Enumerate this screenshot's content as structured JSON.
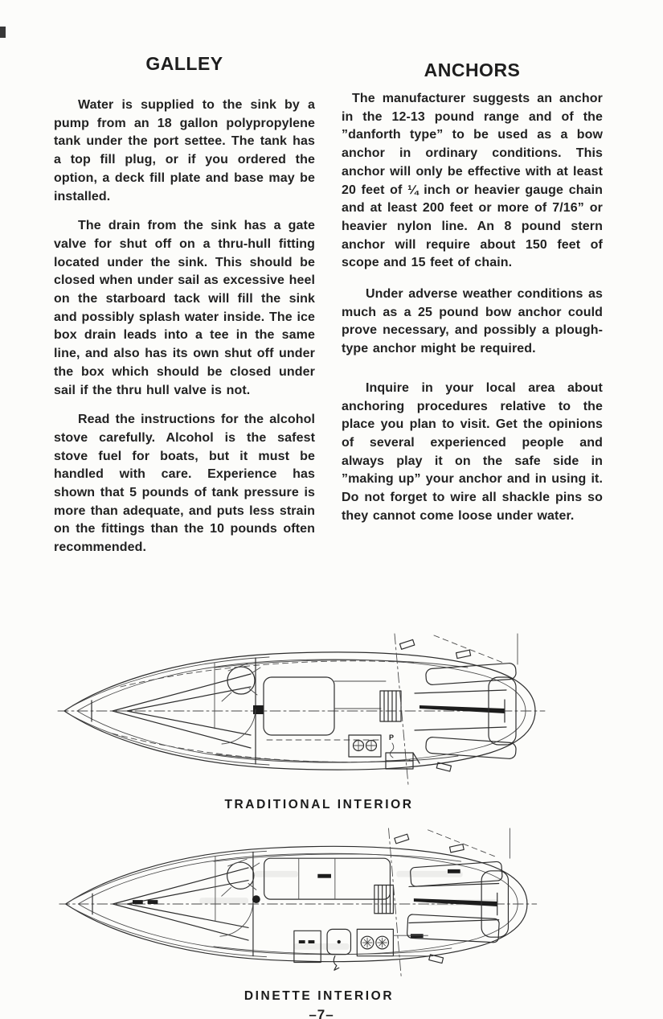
{
  "page": {
    "number_label": "–7–"
  },
  "colors": {
    "ink": "#1e1e1e",
    "paper": "#fcfcfa"
  },
  "sections": {
    "galley": {
      "heading": "GALLEY",
      "paragraphs": [
        "Water is supplied to the sink by a pump from an 18 gallon polypropylene tank under the port settee. The tank has a top fill plug, or if you ordered the option, a deck fill plate and base may be installed.",
        "The drain from the sink has a gate valve for shut off on a thru-hull fitting located under the sink. This should be closed when under sail as excessive heel on the starboard tack will fill the sink and possibly splash water inside. The ice box drain leads into a tee in the same line, and also has its own shut off under the box which should be closed under sail if the thru hull valve is not.",
        "Read the instructions for the alcohol stove carefully. Alcohol is the safest stove fuel for boats, but it must be handled with care. Experience has shown that 5 pounds of tank pressure is more than adequate, and puts less strain on the fittings than the 10 pounds often recommended."
      ]
    },
    "anchors": {
      "heading": "ANCHORS",
      "paragraphs": [
        "The manufacturer suggests an anchor in the 12-13 pound range and of the ”danforth type” to be used as a bow anchor in ordinary conditions. This anchor will only be effective with at least 20 feet of ¼ inch or heavier gauge chain and at least 200 feet or more of 7/16” or heavier nylon line. An 8 pound stern anchor will require about 150 feet of scope and 15 feet of chain.",
        "Under adverse weather conditions as much as a 25 pound bow anchor could prove necessary, and possibly a plough-type anchor might be required.",
        "Inquire in your local area about anchoring procedures relative to the place you plan to visit. Get the opinions of several experienced people and always play it on the safe side in ”making up” your anchor and in using it. Do not forget to wire all shackle pins so they cannot come loose under water."
      ]
    }
  },
  "figures": [
    {
      "caption": "TRADITIONAL INTERIOR",
      "annotation": "P"
    },
    {
      "caption": "DINETTE INTERIOR"
    }
  ]
}
